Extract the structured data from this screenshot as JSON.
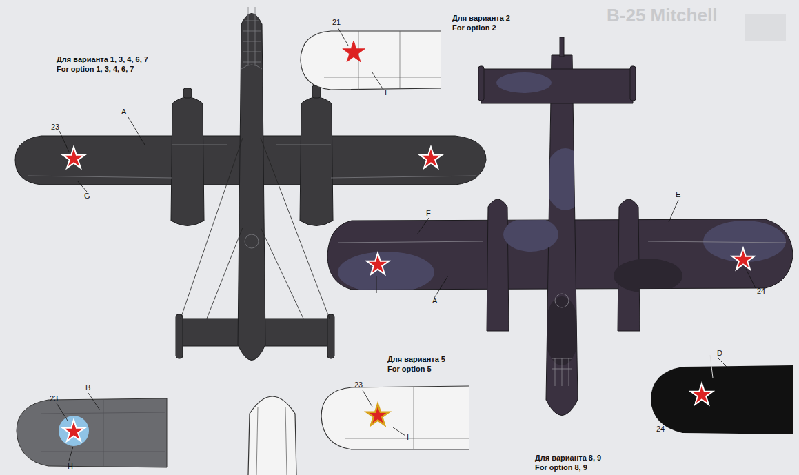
{
  "diagram": {
    "labels": [
      "Для варианта 1, 3, 4, 6, 7",
      "For option 1, 3, 4, 6, 7",
      "Для варианта 2",
      "For option 2",
      "21",
      "I",
      "B-25 Mitchell",
      "A",
      "23",
      "G",
      "E",
      "F",
      "A",
      "24",
      "Для варианта 5",
      "For option 5",
      "23",
      "I",
      "D",
      "24",
      "23",
      "B",
      "H",
      "Для варианта 8, 9",
      "For option 8, 9"
    ]
  }
}
